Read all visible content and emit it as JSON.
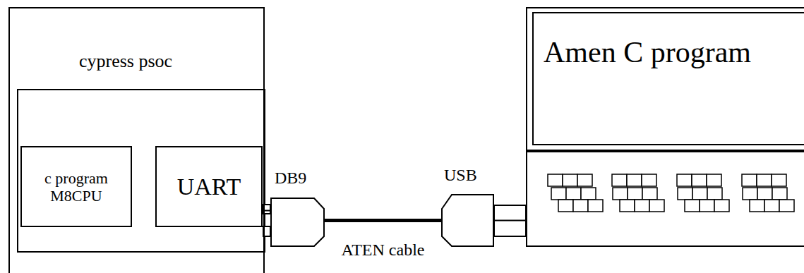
{
  "diagram": {
    "nodes": [
      {
        "text": [
          "cypress psoc"
        ]
      },
      {
        "text": [
          "c program M8CPU"
        ],
        "in": 0
      },
      {
        "text": [
          "UART"
        ],
        "in": 0
      },
      {
        "text": [
          "DB9"
        ]
      },
      {
        "text": [
          "USB"
        ]
      },
      {
        "text": [
          "Amen C program"
        ]
      }
    ],
    "edges": [
      {
        "from": 2,
        "to": 3,
        "arrow": "none"
      },
      {
        "from": 3,
        "to": 4,
        "label": "ATEN cable",
        "arrow": "none"
      },
      {
        "from": 4,
        "to": 5,
        "arrow": "none"
      }
    ]
  }
}
